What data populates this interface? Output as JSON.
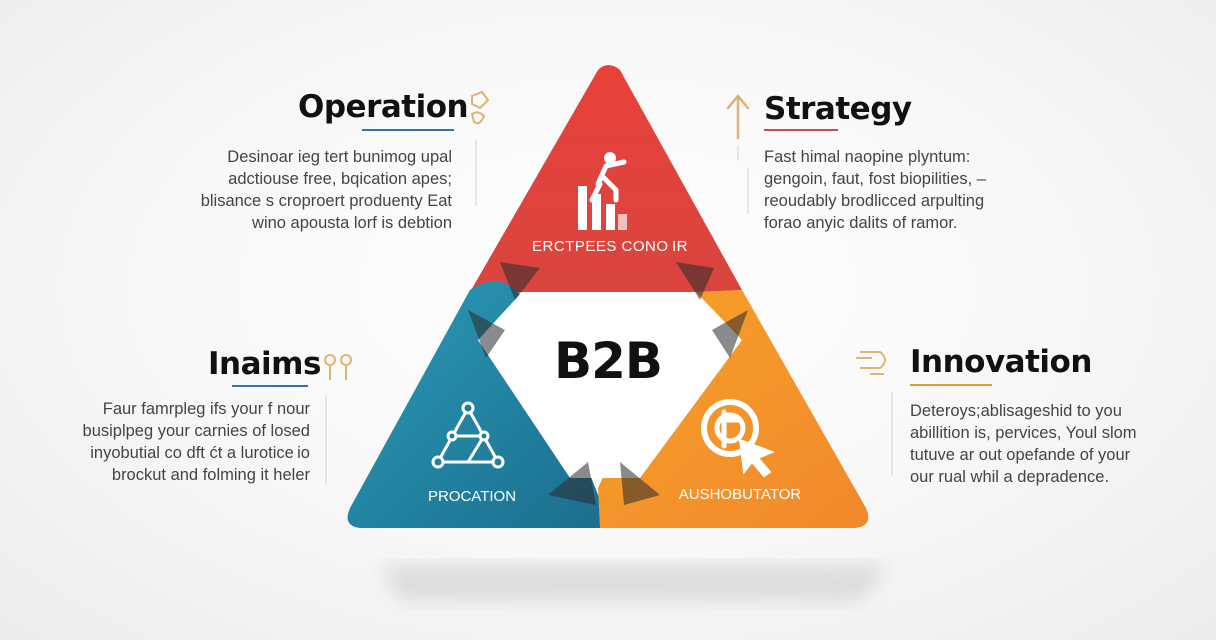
{
  "center_label": "B2B",
  "segments": {
    "top": {
      "label": "ERCTPEES CONO IR",
      "color": "#e5473f"
    },
    "left": {
      "label": "PROCATION",
      "color": "#1f7f9f"
    },
    "right": {
      "label": "AUSHOBUTATOR",
      "color": "#f29a26"
    }
  },
  "callouts": {
    "operation": {
      "title": "Operation",
      "lines": [
        "Desinoar ieg tert bunimog upal",
        "adctiouse free, bqication apes;",
        "blisance s croproert produenty Eat",
        "wino apousta lorf is debtion"
      ]
    },
    "strategy": {
      "title": "Strategy",
      "lines": [
        "Fast himal naopine plyntum:",
        "gengoin, faut, fost biopilities, –",
        "reoudably brodlicced arpulting",
        "forao anyic dalits of ramor."
      ]
    },
    "inaims": {
      "title": "Inaims",
      "lines": [
        "Faur famrpleg ifs your f nour",
        "busiplpeg your carnies of losed",
        "inyobutial co dft ćt a lurotice io",
        "brockut and folming it heler"
      ]
    },
    "innovation": {
      "title": "Innovation",
      "lines": [
        "Deteroys;ablisageshid to you",
        "abillition is, pervices, Youl slom",
        "tutuve ar out opefande of your",
        "our rual whil a depradence."
      ]
    }
  },
  "icons": {
    "top": "person-climbing-bar-chart-icon",
    "left": "network-triangle-icon",
    "right": "target-cursor-icon"
  }
}
